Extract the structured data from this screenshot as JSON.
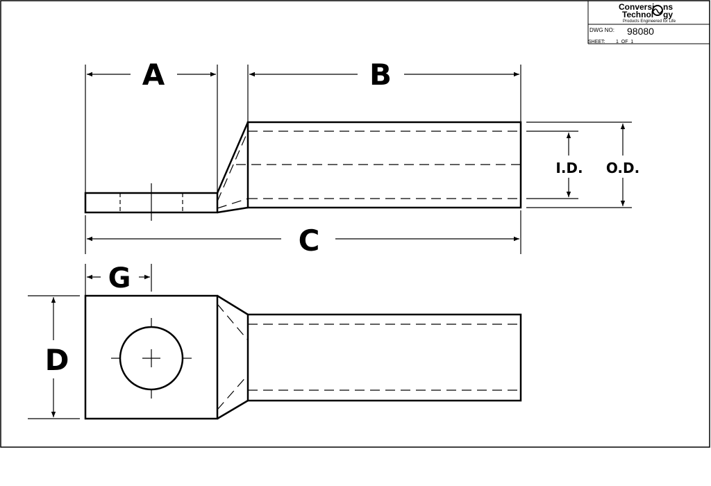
{
  "title_block": {
    "company_line1": "Conversi",
    "company_line1b": "ns",
    "company_line2": "Technol",
    "company_line2b": "gy",
    "tagline": "Products Engineered for Life",
    "dwg_no_label": "DWG NO:",
    "dwg_no": "98080",
    "sheet_label": "SHEET:",
    "sheet_value": "1  OF  1"
  },
  "dimensions": {
    "a": "A",
    "b": "B",
    "c": "C",
    "d": "D",
    "g": "G",
    "id": "I.D.",
    "od": "O.D."
  }
}
